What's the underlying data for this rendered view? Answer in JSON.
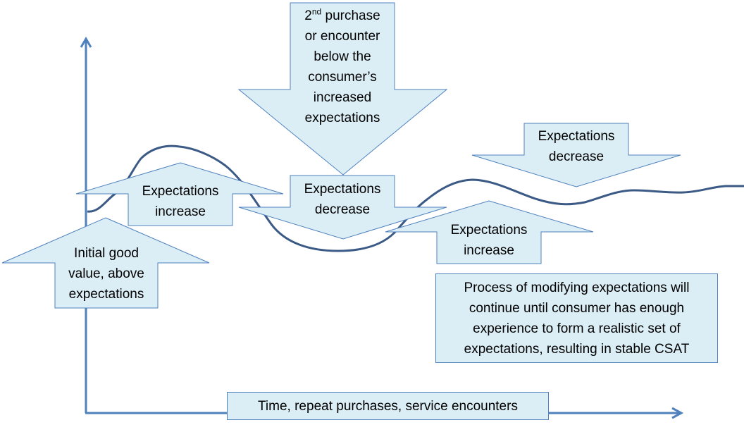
{
  "diagram": {
    "title": "Customer expectations over repeat purchases",
    "colors": {
      "arrow_fill": "#dbeef6",
      "arrow_stroke": "#4f81bd",
      "axis": "#4f81bd",
      "curve": "#3b5a86"
    },
    "arrows": [
      {
        "id": "initial",
        "direction": "up",
        "lines": [
          "Initial good",
          "value, above",
          "expectations"
        ]
      },
      {
        "id": "increase-1",
        "direction": "up",
        "lines": [
          "Expectations",
          "increase"
        ]
      },
      {
        "id": "second-purchase",
        "direction": "down",
        "lines_pre": "2",
        "sup": "nd",
        "line1_rest": " purchase",
        "lines": [
          "or encounter",
          "below the",
          "consumer’s",
          "increased",
          "expectations"
        ]
      },
      {
        "id": "decrease-1",
        "direction": "down",
        "lines": [
          "Expectations",
          "decrease"
        ]
      },
      {
        "id": "increase-2",
        "direction": "up",
        "lines": [
          "Expectations",
          "increase"
        ]
      },
      {
        "id": "decrease-2",
        "direction": "down",
        "lines": [
          "Expectations",
          "decrease"
        ]
      }
    ],
    "note": {
      "lines": [
        "Process of modifying expectations will",
        "continue until consumer has enough",
        "experience to form a realistic set of",
        "expectations, resulting in stable CSAT"
      ]
    },
    "x_axis_label": "Time, repeat purchases, service encounters"
  }
}
